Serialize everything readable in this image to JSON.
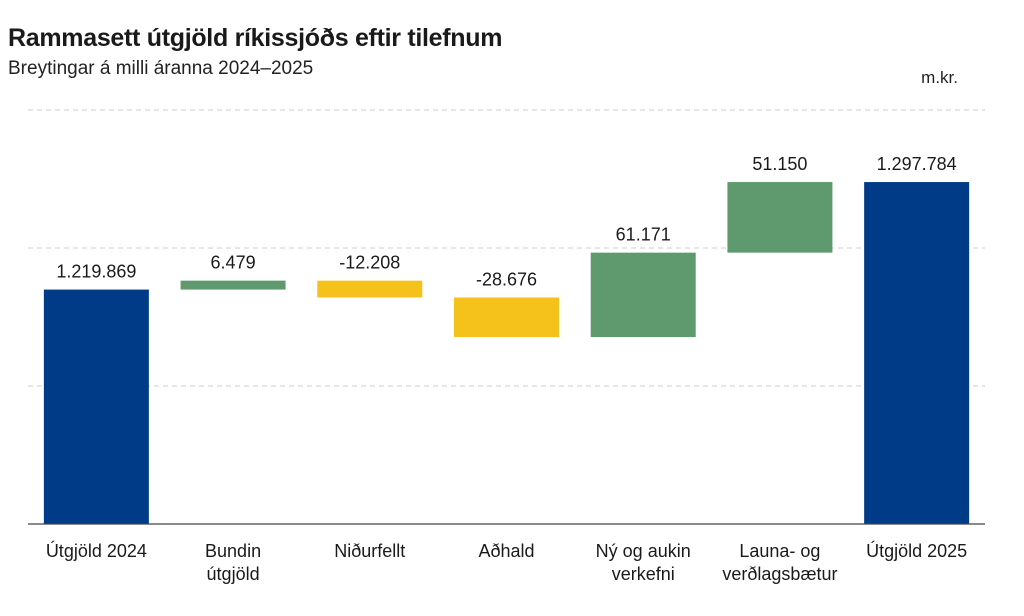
{
  "chart_data": {
    "type": "bar",
    "subtype": "waterfall",
    "title": "Rammasett útgjöld ríkissjóðs eftir tilefnum",
    "subtitle": "Breytingar á milli áranna 2024–2025",
    "unit_label": "m.kr.",
    "categories": [
      [
        "Útgjöld 2024"
      ],
      [
        "Bundin",
        "útgjöld"
      ],
      [
        "Niðurfellt"
      ],
      [
        "Aðhald"
      ],
      [
        "Ný og aukin",
        "verkefni"
      ],
      [
        "Launa- og",
        "verðlagsbætur"
      ],
      [
        "Útgjöld 2025"
      ]
    ],
    "values": [
      1219869,
      6479,
      -12208,
      -28676,
      61171,
      51150,
      1297784
    ],
    "value_labels": [
      "1.219.869",
      "6.479",
      "-12.208",
      "-28.676",
      "61.171",
      "51.150",
      "1.297.784"
    ],
    "kinds": [
      "total",
      "delta",
      "delta",
      "delta",
      "delta",
      "delta",
      "total"
    ],
    "ylim": [
      1050000,
      1350000
    ],
    "grid": true,
    "colors": {
      "total": "#003b87",
      "increase": "#5e9a6e",
      "decrease": "#f5c21b",
      "grid": "#cccccc",
      "axis": "#444444"
    }
  }
}
